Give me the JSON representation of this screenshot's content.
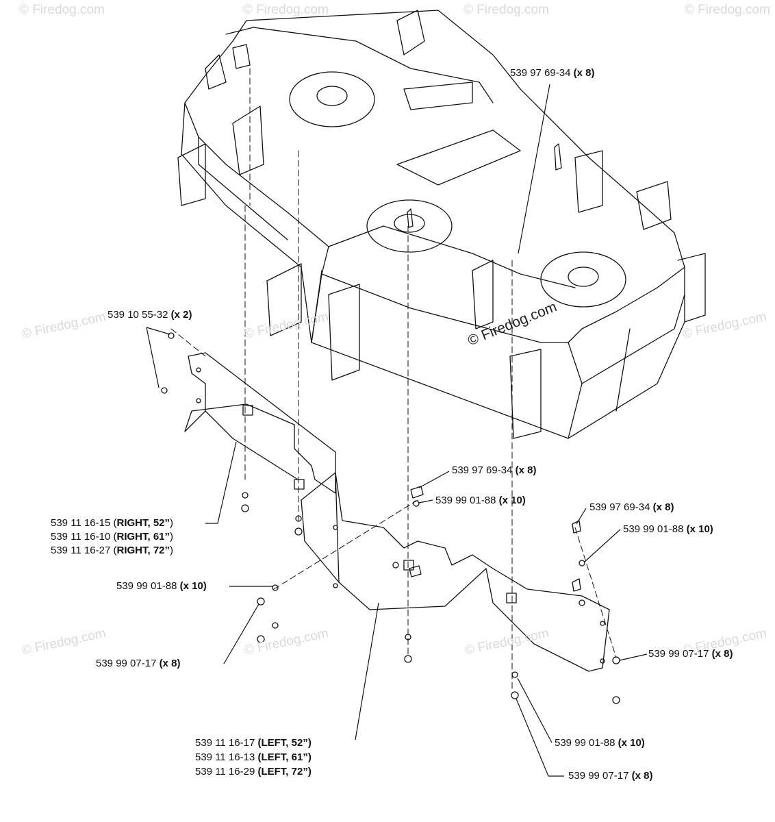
{
  "watermark": {
    "text": "© Firedog.com",
    "main_text": "© Firedog.com"
  },
  "callouts": [
    {
      "part": "539 97 69-34",
      "qty": "(x 8)"
    },
    {
      "part": "539 10 55-32",
      "qty": "(x 2)"
    },
    {
      "part": "539 97 69-34",
      "qty": "(x 8)"
    },
    {
      "part": "539 99 01-88",
      "qty": "(x 10)"
    },
    {
      "part": "539 97 69-34",
      "qty": "(x 8)"
    },
    {
      "part": "539 99 01-88",
      "qty": "(x 10)"
    },
    {
      "part": "539 99 01-88",
      "qty": "(x 10)"
    },
    {
      "part": "539 99 07-17",
      "qty": "(x 8)"
    },
    {
      "part": "539 99 07-17",
      "qty": "(x 8)"
    },
    {
      "part": "539 99 01-88",
      "qty": "(x 10)"
    },
    {
      "part": "539 99 07-17",
      "qty": "(x 8)"
    }
  ],
  "right_group": [
    {
      "part": "539 11 16-15",
      "variant": "RIGHT, 52”"
    },
    {
      "part": "539 11 16-10",
      "variant": "RIGHT, 61”"
    },
    {
      "part": "539 11 16-27",
      "variant": "RIGHT, 72”"
    }
  ],
  "left_group": [
    {
      "part": "539 11 16-17",
      "variant": "LEFT, 52”"
    },
    {
      "part": "539 11 16-13",
      "variant": "LEFT, 61”"
    },
    {
      "part": "539 11 16-29",
      "variant": "LEFT, 72”"
    }
  ]
}
